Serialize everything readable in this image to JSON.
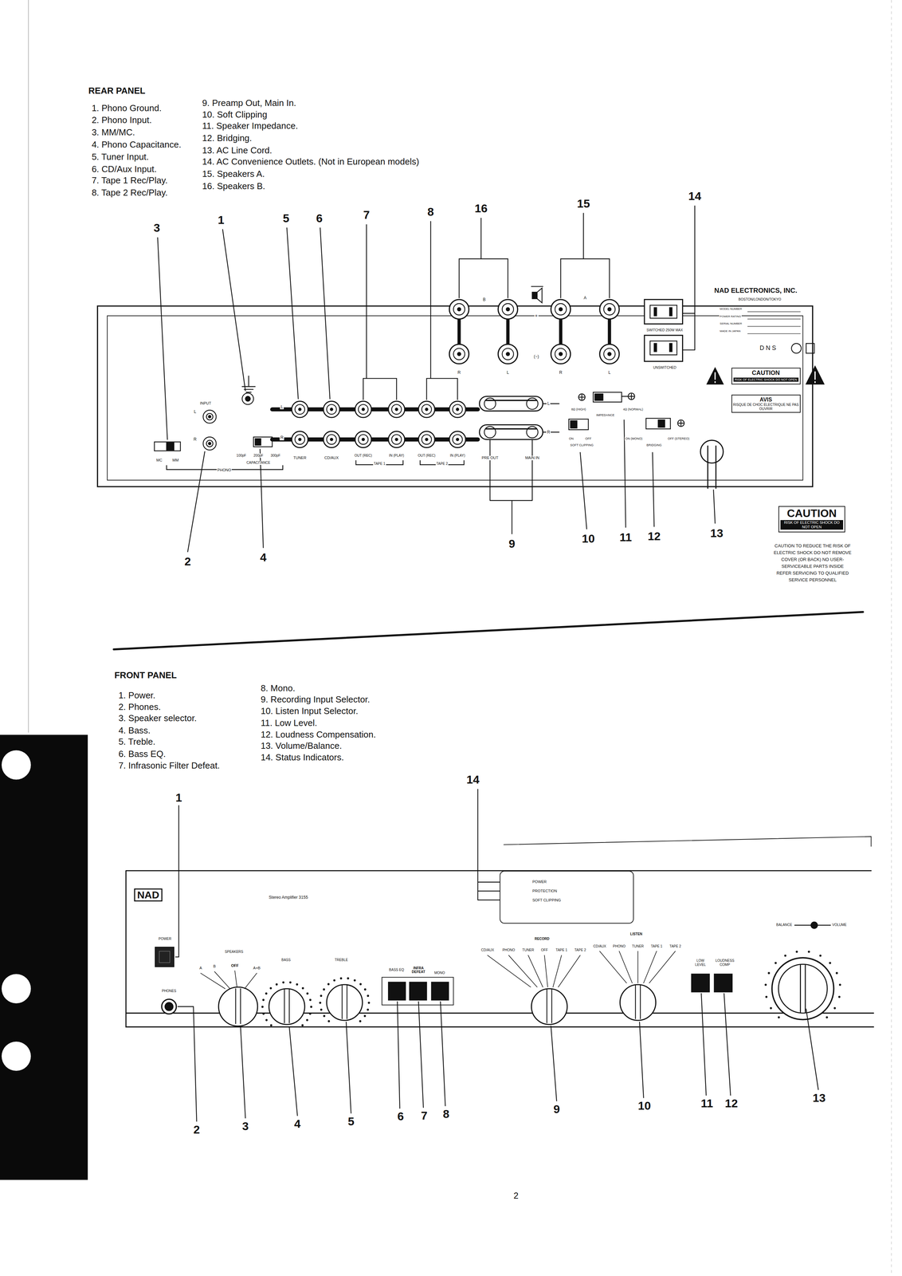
{
  "diagram": {
    "nodes": [
      {
        "text": [
          "CAUTION",
          "RISK OF ELECTRIC SHOCK DO NOT OPEN"
        ]
      },
      {
        "text": [
          "AVIS",
          "RISQUE DE CHOC ÉLECTRIQUE NE PAS OUVRIR"
        ]
      },
      {
        "text": [
          "CAUTION",
          "RISK OF ELECTRIC SHOCK DO NOT OPEN"
        ]
      },
      {
        "text": [
          "NAD"
        ]
      },
      {
        "text": [
          "POWER",
          "PROTECTION",
          "SOFT CLIPPING"
        ]
      }
    ],
    "labels": [
      "REAR PANEL",
      "1. Phono Ground.",
      "2. Phono Input.",
      "3. MM/MC.",
      "4. Phono Capacitance.",
      "5. Tuner Input.",
      "6. CD/Aux Input.",
      "7. Tape 1 Rec/Play.",
      "8. Tape 2 Rec/Play.",
      "9. Preamp Out, Main In.",
      "10. Soft Clipping",
      "11. Speaker Impedance.",
      "12. Bridging.",
      "13. AC Line Cord.",
      "14. AC Convenience Outlets. (Not in European models)",
      "15. Speakers A.",
      "16. Speakers B.",
      "3",
      "1",
      "5",
      "6",
      "7",
      "8",
      "16",
      "15",
      "14",
      "2",
      "4",
      "9",
      "10",
      "11",
      "12",
      "13",
      "INPUT",
      "L",
      "R",
      "MC",
      "MM",
      "PHONO",
      "100pF",
      "200pF",
      "300pF",
      "CAPACITANCE",
      "TUNER",
      "CD/AUX",
      "OUT (REC)",
      "IN (PLAY)",
      "TAPE 1",
      "OUT (REC)",
      "IN (PLAY)",
      "TAPE 2",
      "PRE OUT",
      "MAIN IN",
      "L",
      "R",
      "L",
      "R",
      "B",
      "A",
      "+",
      "(−)",
      "R",
      "L",
      "R",
      "L",
      "SWITCHED 250W MAX",
      "UNSWITCHED",
      "NAD ELECTRONICS, INC.",
      "BOSTON/LONDON/TOKYO",
      "MODEL NUMBER",
      "POWER RATING",
      "SERIAL NUMBER",
      "MADE IN JAPAN",
      "D N S",
      "8Ω (HIGH)",
      "4Ω (NORMAL)",
      "IMPEDANCE",
      "ON",
      "OFF",
      "SOFT CLIPPING",
      "ON (MONO)",
      "OFF (STEREO)",
      "BRIDGING",
      "CAUTION TO REDUCE THE RISK OF ELECTRIC SHOCK DO NOT REMOVE COVER (OR BACK) NO USER-SERVICEABLE PARTS INSIDE REFER SERVICING TO QUALIFIED SERVICE PERSONNEL",
      "FRONT PANEL",
      "1. Power.",
      "2. Phones.",
      "3. Speaker selector.",
      "4. Bass.",
      "5. Treble.",
      "6. Bass EQ.",
      "7. Infrasonic Filter Defeat.",
      "8. Mono.",
      "9. Recording Input Selector.",
      "10. Listen Input Selector.",
      "11. Low Level.",
      "12. Loudness Compensation.",
      "13. Volume/Balance.",
      "14. Status Indicators.",
      "1",
      "14",
      "2",
      "3",
      "4",
      "5",
      "6",
      "7",
      "8",
      "9",
      "10",
      "11",
      "12",
      "13",
      "Stereo Amplifier 3155",
      "POWER",
      "PHONES",
      "SPEAKERS",
      "A",
      "B",
      "OFF",
      "A+B",
      "BASS",
      "TREBLE",
      "BASS EQ",
      "INFRA DEFEAT",
      "MONO",
      "RECORD",
      "CD/AUX",
      "PHONO",
      "TUNER",
      "OFF",
      "TAPE 1",
      "TAPE 2",
      "LISTEN",
      "CD/AUX",
      "PHONO",
      "TUNER",
      "TAPE 1",
      "TAPE 2",
      "LOW LEVEL",
      "LOUDNESS COMP",
      "BALANCE",
      "VOLUME",
      "2"
    ]
  }
}
